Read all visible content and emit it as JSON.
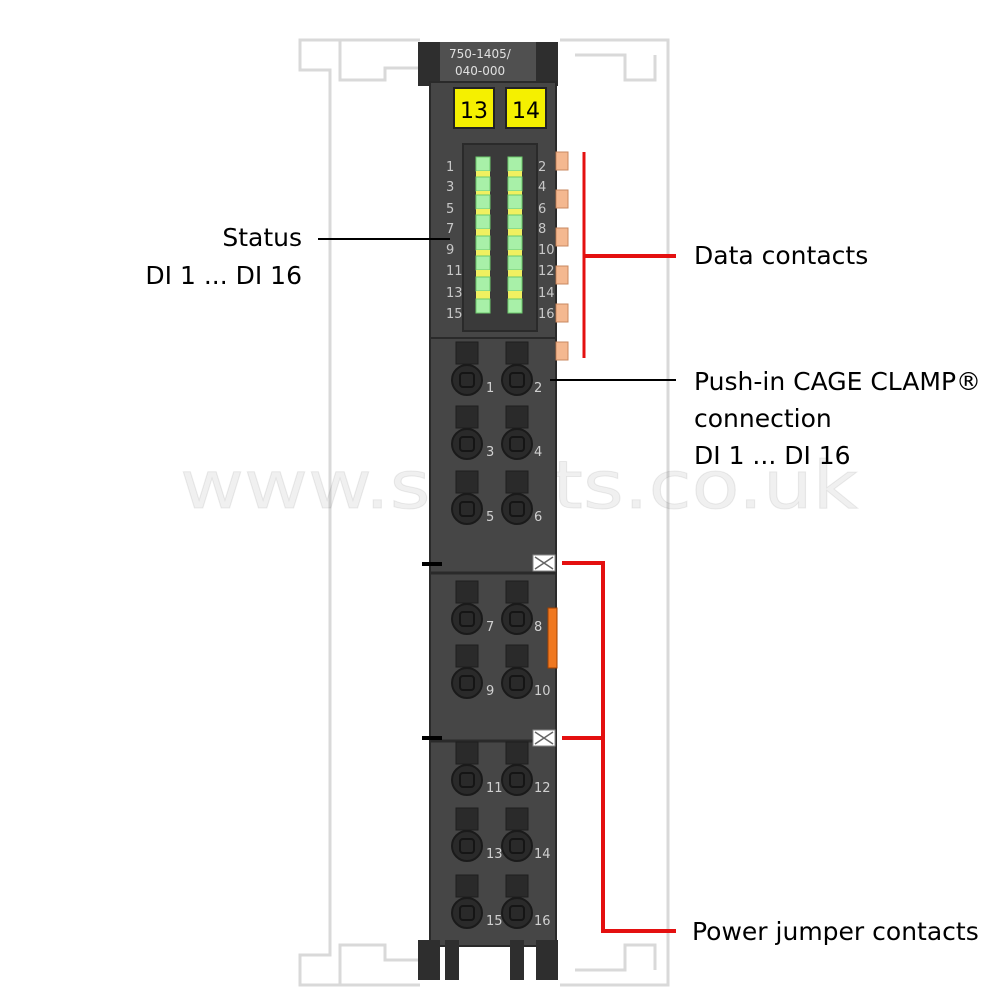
{
  "module": {
    "part_number_line1": "750-1405/",
    "part_number_line2": "040-000",
    "channel_marker_left": "13",
    "channel_marker_right": "14",
    "led_numbers_left": [
      "1",
      "3",
      "5",
      "7",
      "9",
      "11",
      "13",
      "15"
    ],
    "led_numbers_right": [
      "2",
      "4",
      "6",
      "8",
      "10",
      "12",
      "14",
      "16"
    ],
    "clamp_numbers": [
      [
        "1",
        "2"
      ],
      [
        "3",
        "4"
      ],
      [
        "5",
        "6"
      ],
      [
        "7",
        "8"
      ],
      [
        "9",
        "10"
      ],
      [
        "11",
        "12"
      ],
      [
        "13",
        "14"
      ],
      [
        "15",
        "16"
      ]
    ]
  },
  "labels": {
    "status_line1": "Status",
    "status_line2": "DI 1 ... DI 16",
    "data_contacts": "Data contacts",
    "push_in_line1": "Push-in CAGE CLAMP®",
    "push_in_line2": "connection",
    "push_in_line3": "DI 1 ... DI 16",
    "power_jumper": "Power jumper contacts"
  },
  "watermark": "www.scatts.co.uk",
  "colors": {
    "housing": "#464646",
    "housing_dark": "#2e2e2e",
    "marker_yellow": "#f5f000",
    "led_green": "#a8f0a8",
    "led_yellow": "#f0f060",
    "data_contact": "#f4b890",
    "callout_red": "#e41010",
    "jumper_orange": "#f07820",
    "neighbor_outline": "#d9d9d9"
  }
}
